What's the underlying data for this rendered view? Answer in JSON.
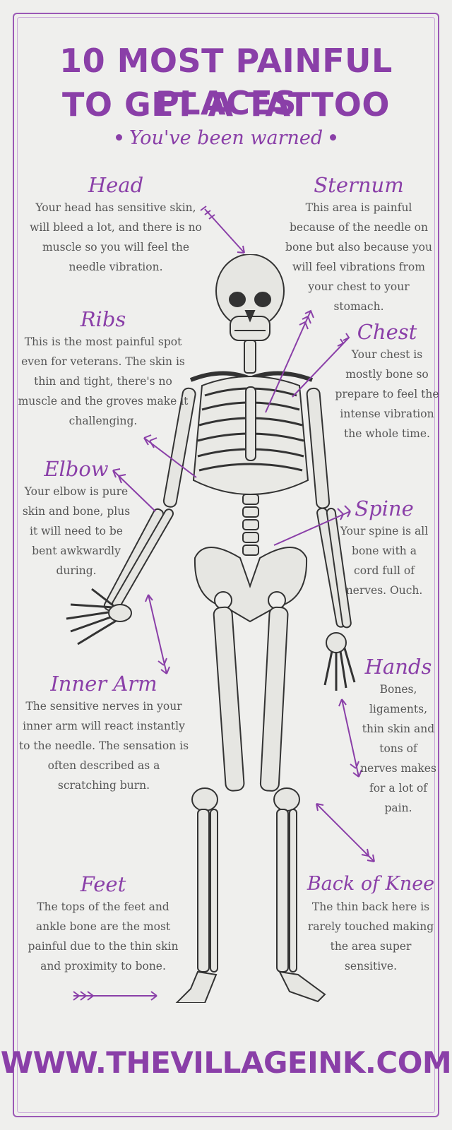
{
  "title": {
    "line1": "10 MOST PAINFUL PLACES",
    "line2": "TO GET A TATTOO",
    "subtitle": "You've been warned"
  },
  "sections": {
    "head": {
      "name": "Head",
      "text": "Your head has sensitive skin, will bleed a lot, and there is no muscle so you will feel the needle vibration."
    },
    "sternum": {
      "name": "Sternum",
      "text": "This area is painful because of the needle on bone but also because you will feel vibrations from your chest to your stomach."
    },
    "ribs": {
      "name": "Ribs",
      "text": "This is the most painful spot even for veterans. The skin is thin and tight, there's no muscle and the groves make it challenging."
    },
    "chest": {
      "name": "Chest",
      "text": "Your chest is mostly bone so prepare to feel the intense vibration the whole time."
    },
    "elbow": {
      "name": "Elbow",
      "text": "Your elbow is pure skin and bone, plus it will need to be bent awkwardly during."
    },
    "spine": {
      "name": "Spine",
      "text": "Your spine is all bone with a cord full of nerves. Ouch."
    },
    "inner_arm": {
      "name": "Inner Arm",
      "text": "The sensitive nerves in your inner arm will react instantly to the needle. The sensation is often described as a scratching burn."
    },
    "hands": {
      "name": "Hands",
      "text": "Bones, ligaments, thin skin and tons of nerves makes for a lot of pain."
    },
    "feet": {
      "name": "Feet",
      "text": "The tops of the feet and ankle bone are the most painful due to the thin skin and proximity to bone."
    },
    "back_of_knee": {
      "name": "Back of Knee",
      "text": "The thin back here is rarely touched making the area super sensitive."
    }
  },
  "footer": {
    "url": "WWW.THEVILLAGEINK.COM"
  },
  "colors": {
    "accent": "#8a3fa8",
    "body_text": "#555555",
    "background": "#efefed"
  }
}
